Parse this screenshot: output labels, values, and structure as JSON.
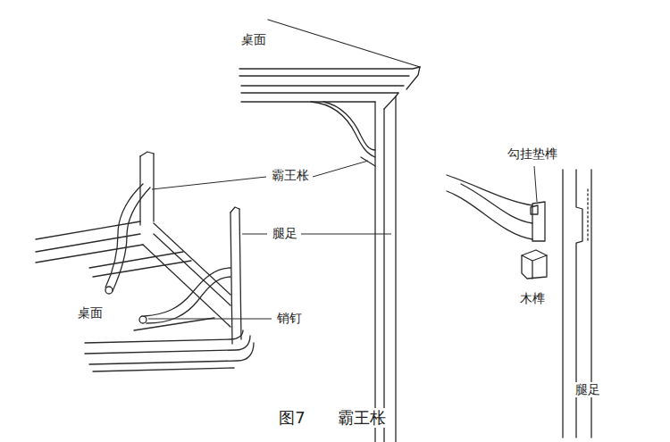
{
  "diagram": {
    "caption": "图7　　霸王枨",
    "labels": [
      "桌面",
      "霸王枨",
      "腿足",
      "桌面",
      "销钉",
      "勾挂垫榫",
      "木榫",
      "腿足"
    ]
  }
}
